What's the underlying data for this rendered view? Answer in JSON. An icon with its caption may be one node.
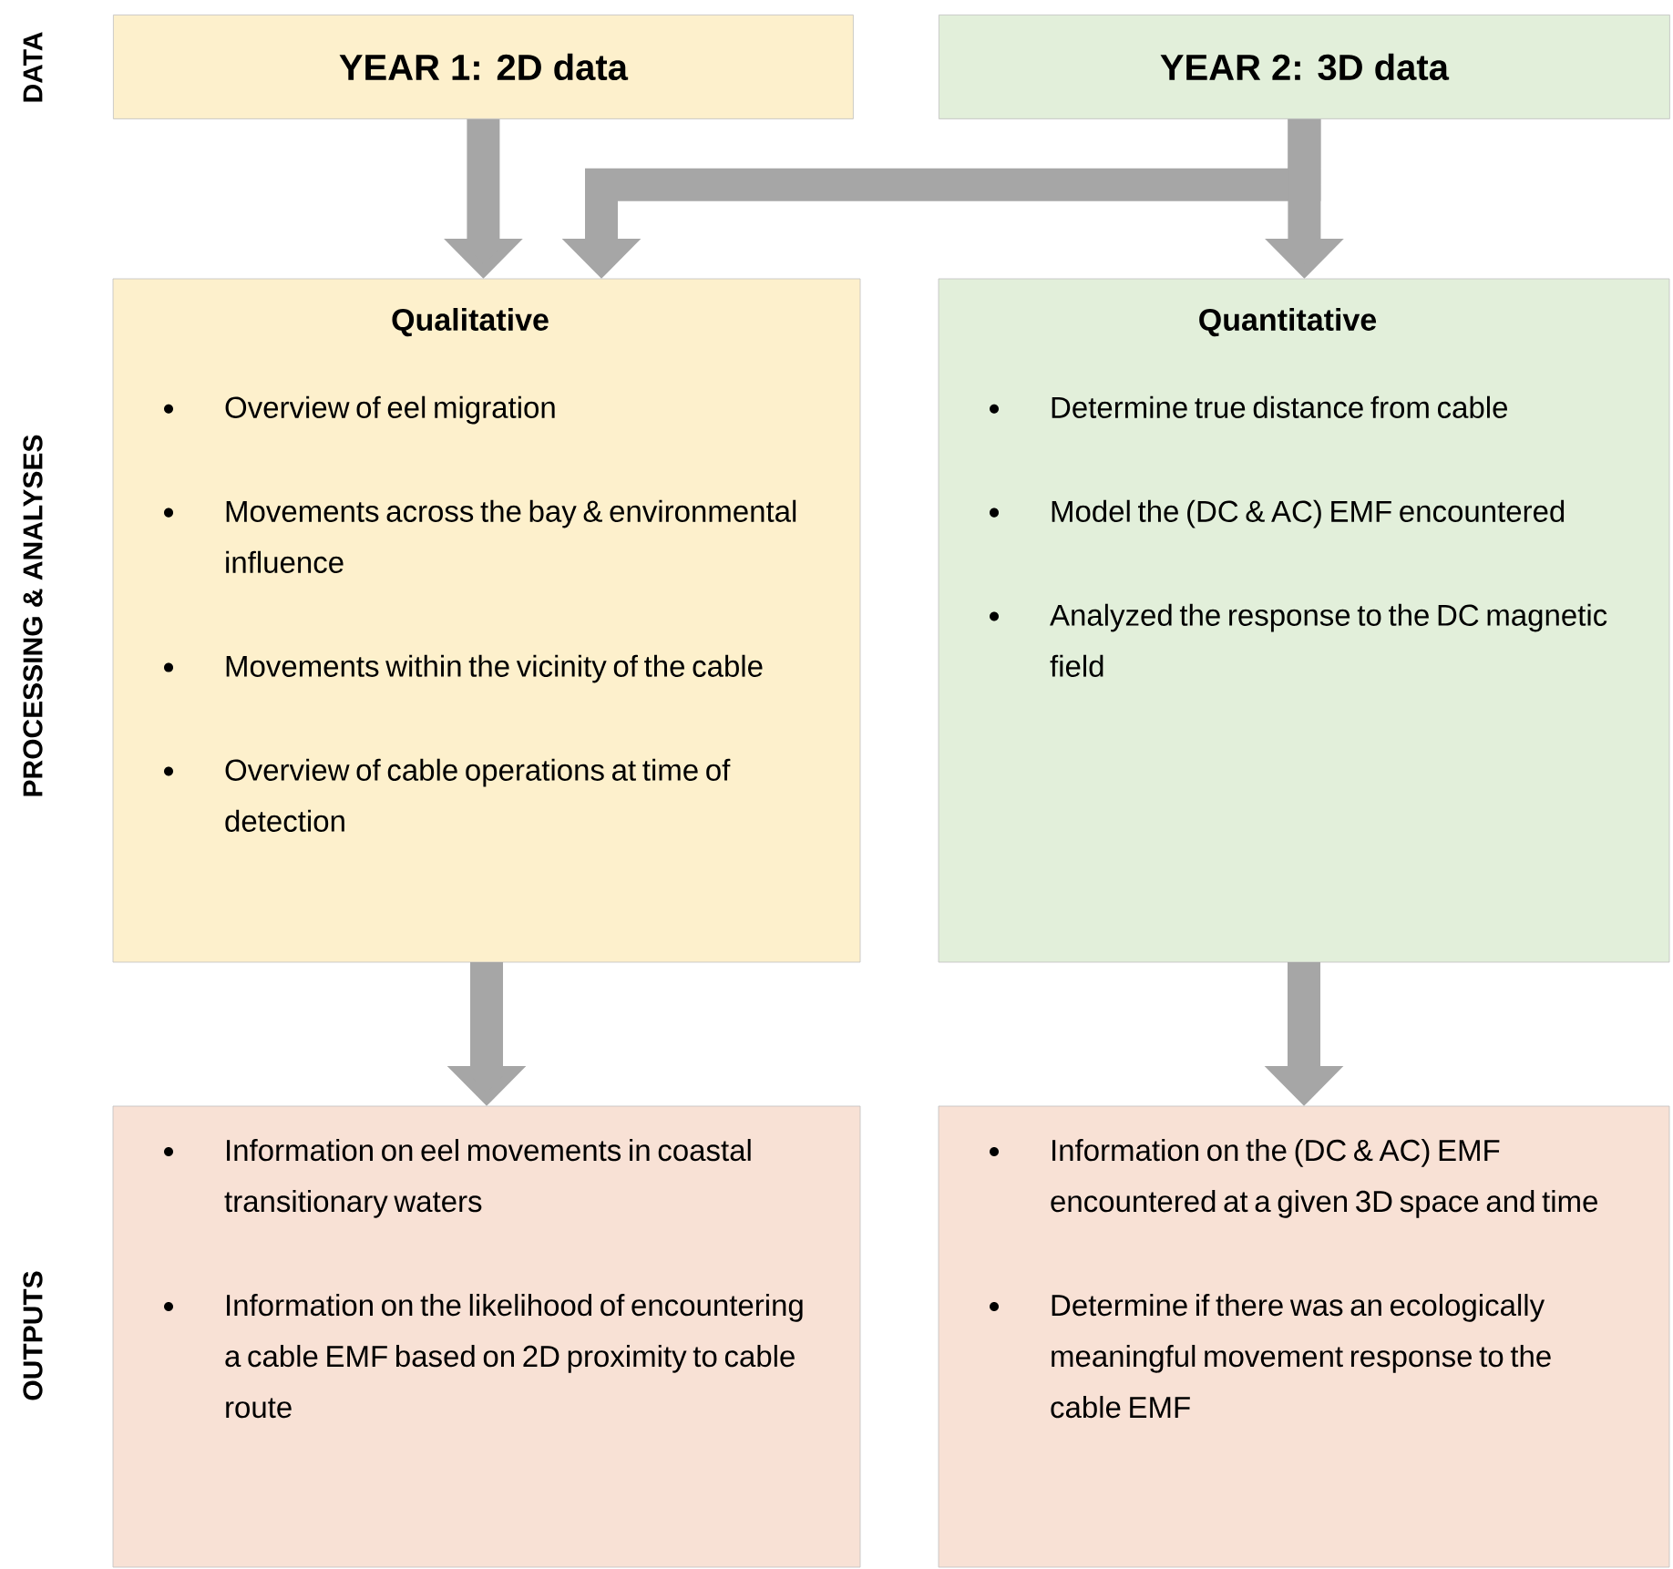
{
  "diagram": {
    "nodes": [
      {
        "text": [
          "YEAR 1: 2D data"
        ]
      },
      {
        "text": [
          "YEAR 2: 3D data"
        ]
      },
      {
        "text": [
          "Qualitative",
          "Overview of eel migration",
          "Movements across the bay & environmental influence",
          "Movements within the vicinity of the cable",
          "Overview of cable operations at time of detection"
        ]
      },
      {
        "text": [
          "Quantitative",
          "Determine true distance from cable",
          "Model the (DC & AC) EMF encountered",
          "Analyzed the response to the DC magnetic field"
        ]
      },
      {
        "text": [
          "Information on eel movements in coastal transitionary waters",
          "Information on the likelihood of encountering a cable EMF based on 2D proximity to cable route"
        ]
      },
      {
        "text": [
          "Information on the (DC & AC) EMF encountered at a given 3D space and time",
          "Determine if there was an ecologically meaningful movement response to the cable EMF"
        ]
      }
    ],
    "edges": [
      {
        "from": 0,
        "to": 2,
        "arrow": "to"
      },
      {
        "from": 1,
        "to": 2,
        "arrow": "to"
      },
      {
        "from": 1,
        "to": 3,
        "arrow": "to"
      },
      {
        "from": 2,
        "to": 4,
        "arrow": "to"
      },
      {
        "from": 3,
        "to": 5,
        "arrow": "to"
      }
    ],
    "labels": [
      "DATA",
      "PROCESSING & ANALYSES",
      "OUTPUTS"
    ]
  }
}
